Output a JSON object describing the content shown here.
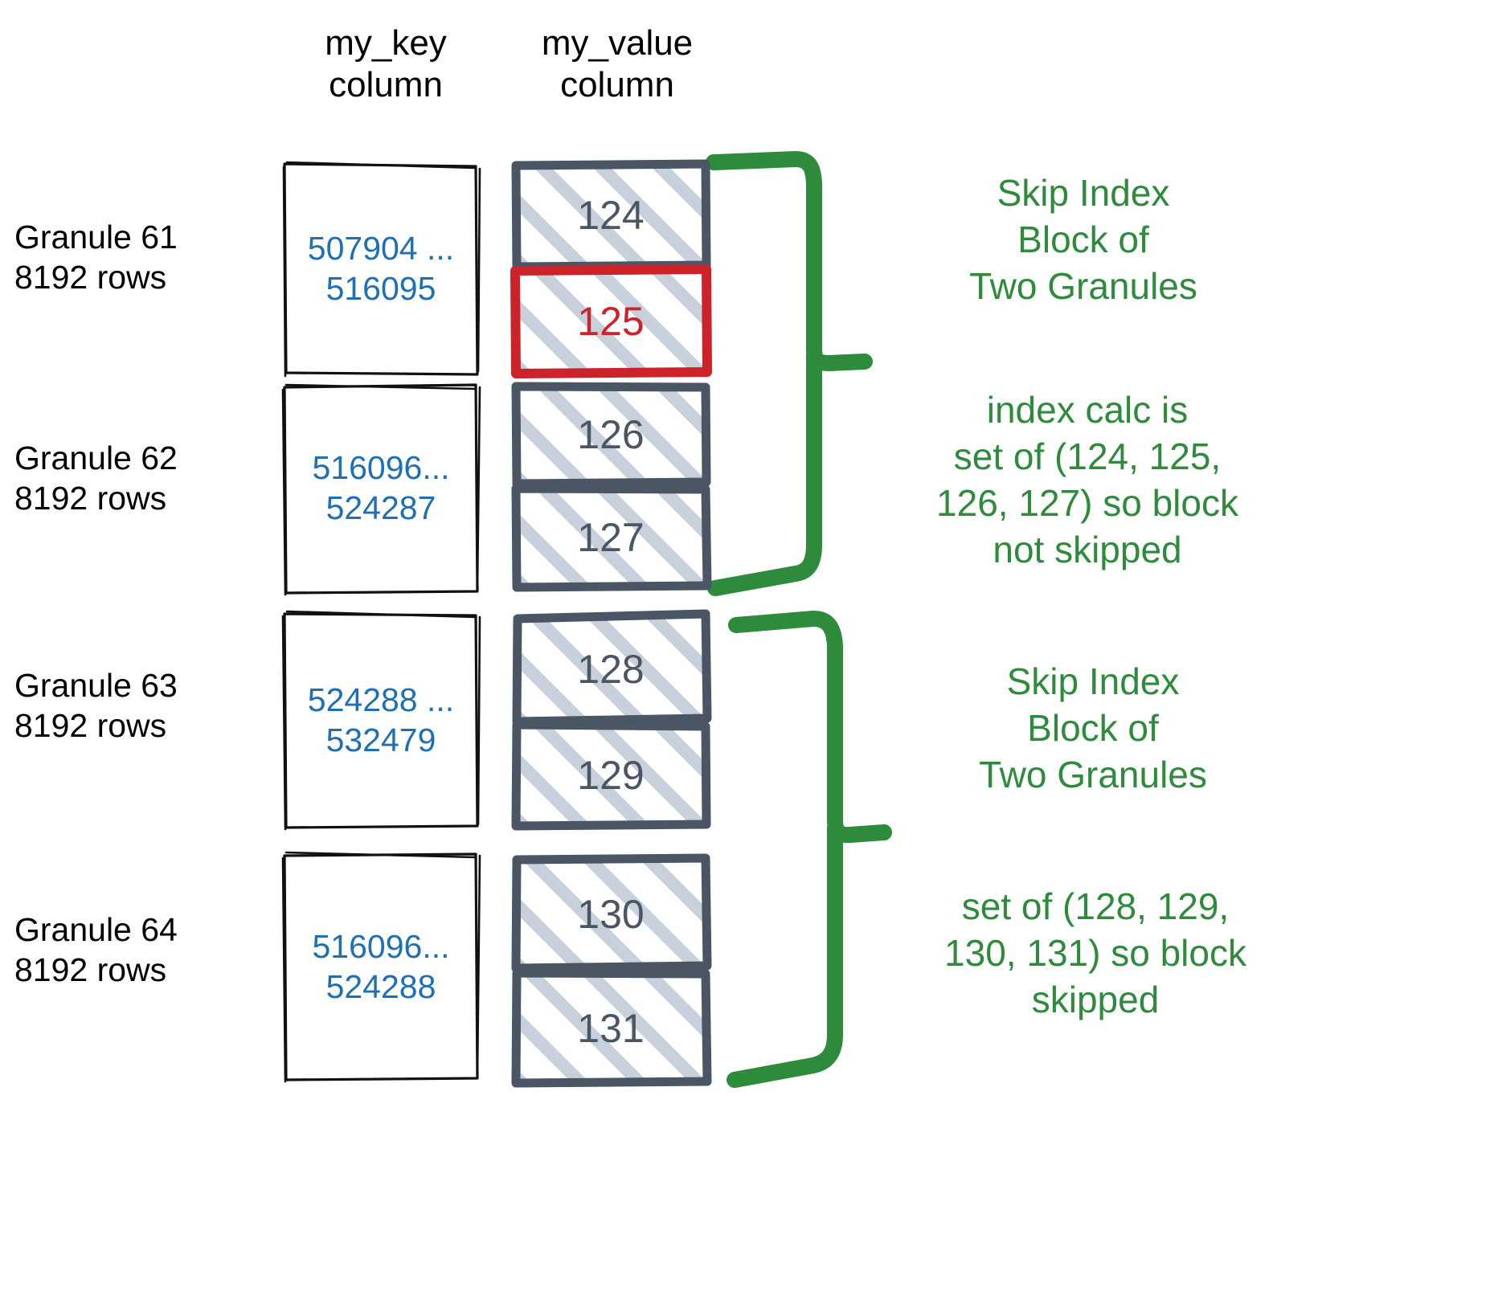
{
  "colors": {
    "key_text": "#1F6FB5",
    "value_text": "#4A5664",
    "flagged": "#CC2229",
    "note_green": "#2E8B3C",
    "hatch": "#C5CED9",
    "frame": "#4A5664",
    "sketch_black": "#111111"
  },
  "headers": {
    "key_column": "my_key\ncolumn",
    "value_column": "my_value\ncolumn"
  },
  "granules": [
    {
      "label": "Granule 61\n8192 rows",
      "key_range": "507904 ...\n516095",
      "values": [
        {
          "text": "124",
          "flagged": false
        },
        {
          "text": "125",
          "flagged": true
        }
      ]
    },
    {
      "label": "Granule 62\n8192 rows",
      "key_range": "516096...\n524287",
      "values": [
        {
          "text": "126",
          "flagged": false
        },
        {
          "text": "127",
          "flagged": false
        }
      ]
    },
    {
      "label": "Granule 63\n8192 rows",
      "key_range": "524288 ...\n532479",
      "values": [
        {
          "text": "128",
          "flagged": false
        },
        {
          "text": "129",
          "flagged": false
        }
      ]
    },
    {
      "label": "Granule 64\n8192 rows",
      "key_range": "516096...\n524288",
      "values": [
        {
          "text": "130",
          "flagged": false
        },
        {
          "text": "131",
          "flagged": false
        }
      ]
    }
  ],
  "notes": [
    {
      "text": "Skip Index\nBlock of\nTwo Granules"
    },
    {
      "text": "index calc is\nset of (124, 125,\n126, 127) so block\nnot skipped"
    },
    {
      "text": "Skip Index\nBlock of\nTwo Granules"
    },
    {
      "text": "set of (128, 129,\n130, 131) so block\nskipped"
    }
  ]
}
